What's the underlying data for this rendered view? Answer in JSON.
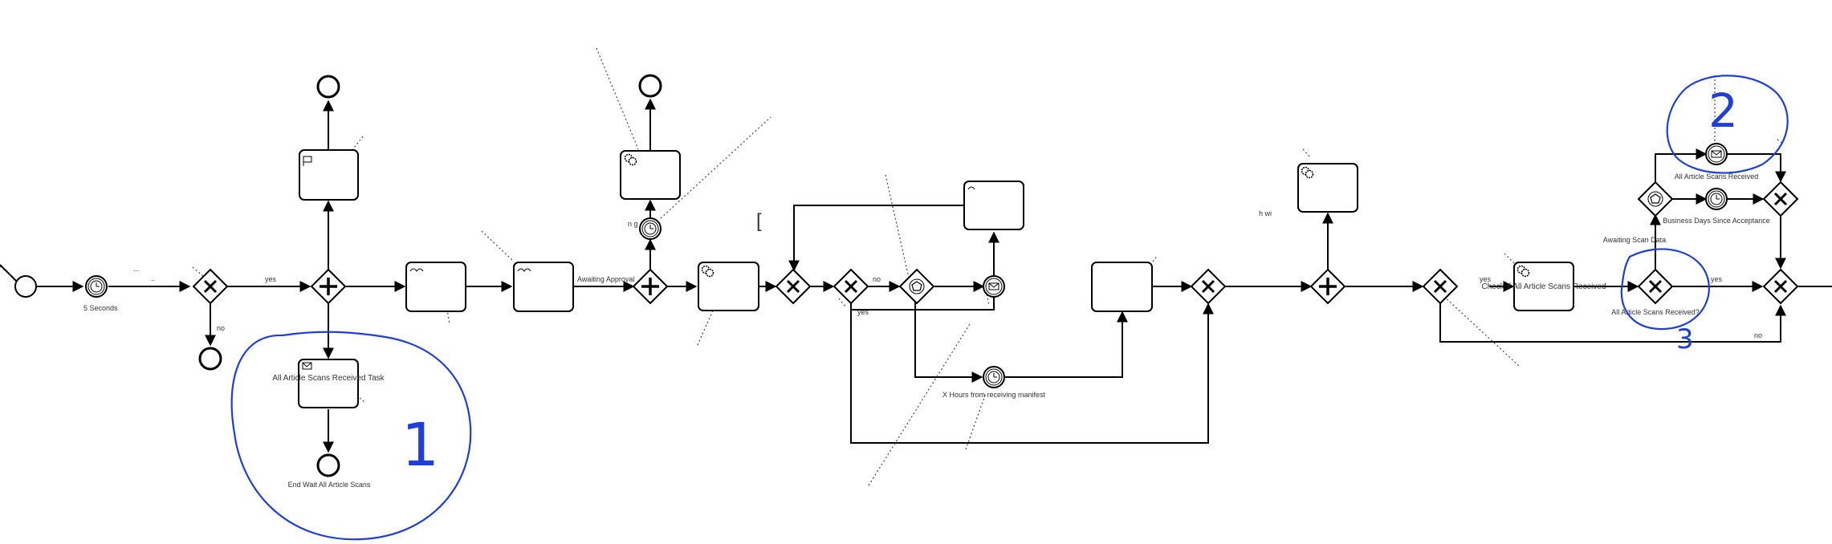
{
  "labels": {
    "timer_start": "5 Seconds",
    "dots_a": "...",
    "dots_b": "..",
    "flow_yes_1": "yes",
    "flow_no_1": "no",
    "task_all_article_scans": "All Article Scans Received Task",
    "end_wait_all": "End Wait All Article Scans",
    "awaiting_approval": "Awaiting Approval",
    "timer_small": "n g",
    "bracket_mark": "[",
    "flow_no_2": "no",
    "flow_yes_2": "yes",
    "x_hours": "X Hours from receiving manifest",
    "floating_text": "h wi",
    "flow_yes_3": "yes",
    "task_check_all": "Check If All Article Scans Received",
    "awaiting_scan_data": "Awaiting Scan Data",
    "gateway_all_received": "All Article Scans Received?",
    "flow_yes_4": "yes",
    "flow_no_3": "no",
    "msg_all_scans": "All Article Scans Received",
    "business_days": "Business Days Since Acceptance"
  },
  "annotations": {
    "circle_1": "1",
    "circle_2": "2",
    "circle_3": "3"
  },
  "colors": {
    "ink": "#1f3fd6",
    "line": "#000000",
    "text": "#333333"
  }
}
